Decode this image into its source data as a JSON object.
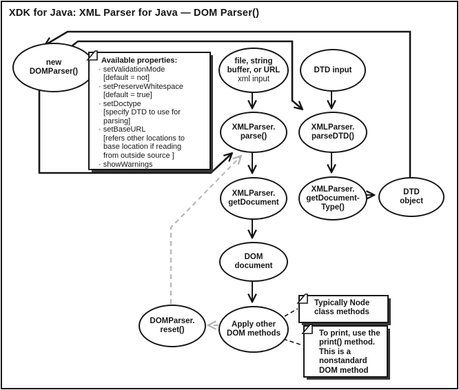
{
  "title": "XDK for Java: XML Parser for Java — DOM Parser()",
  "nodes": {
    "new_domparser": [
      "new",
      "DOMParser()"
    ],
    "xml_input": [
      "file, string",
      "buffer, or URL",
      "xml input"
    ],
    "dtd_input": [
      "DTD input"
    ],
    "parse": [
      "XMLParser.",
      "parse()"
    ],
    "parse_dtd": [
      "XMLParser.",
      "parseDTD()"
    ],
    "get_document": [
      "XMLParser.",
      "getDocument"
    ],
    "get_document_type": [
      "XMLParser.",
      "getDocument-",
      "Type()"
    ],
    "dtd_object": [
      "DTD",
      "object"
    ],
    "dom_document": [
      "DOM",
      "document"
    ],
    "apply_dom_methods": [
      "Apply other",
      "DOM methods"
    ],
    "reset": [
      "DOMParser.",
      "reset()"
    ]
  },
  "notes": {
    "available_properties": {
      "title": "Available properties:",
      "rows": [
        "· setValidationMode",
        "[default = not]",
        "· setPreserveWhitespace",
        "[default = true]",
        "· setDoctype",
        "[specify DTD to use for",
        "parsing]",
        "· setBaseURL",
        "[refers other locations to",
        "base location if reading",
        "from outside source ]",
        "· showWarnings"
      ]
    },
    "node_methods": [
      "Typically Node",
      "class methods"
    ],
    "print_method": [
      "To print, use the",
      "print() method.",
      "This is a",
      "nonstandard",
      "DOM method"
    ]
  },
  "colors": {
    "ink": "#161616",
    "muted_gray": "#b3b3b3",
    "shadow": "#383838",
    "background": "#ffffff"
  }
}
